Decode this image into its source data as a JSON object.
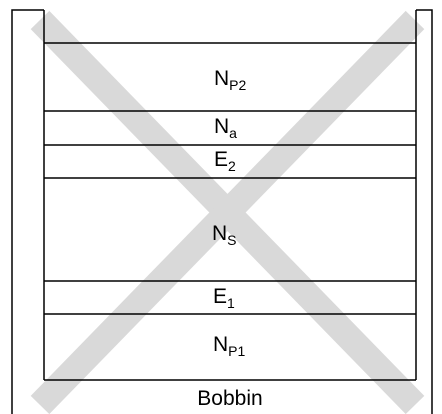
{
  "diagram": {
    "layers": [
      {
        "id": "np2",
        "main": "N",
        "sub": "P2"
      },
      {
        "id": "na",
        "main": "N",
        "sub": "a"
      },
      {
        "id": "e2",
        "main": "E",
        "sub": "2"
      },
      {
        "id": "ns",
        "main": "N",
        "sub": "S"
      },
      {
        "id": "e1",
        "main": "E",
        "sub": "1"
      },
      {
        "id": "np1",
        "main": "N",
        "sub": "P1"
      }
    ],
    "bobbin_label": "Bobbin"
  },
  "colors": {
    "line": "#000000",
    "watermark": "#d9d9d9",
    "background": "#ffffff"
  }
}
